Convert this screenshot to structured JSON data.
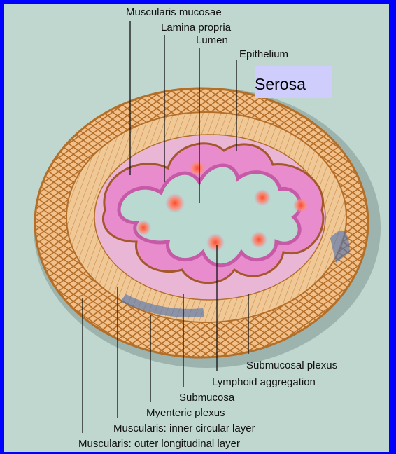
{
  "labels": {
    "muscularis_mucosae": "Muscularis mucosae",
    "lamina_propria": "Lamina propria",
    "lumen": "Lumen",
    "epithelium": "Epithelium",
    "serosa": "Serosa",
    "submucosal_plexus": "Submucosal plexus",
    "lymphoid_aggregation": "Lymphoid aggregation",
    "submucosa": "Submucosa",
    "myenteric_plexus": "Myenteric plexus",
    "inner_circular": "Muscularis: inner circular layer",
    "outer_longitudinal": "Muscularis: outer longitudinal layer"
  },
  "colors": {
    "frame": "#0000ff",
    "background": "#bfd7cf",
    "outer_layer": "#f2c08a",
    "outer_layer_stroke": "#b36e28",
    "inner_circular": "#eec28f",
    "submucosa": "#eab6d6",
    "mucosa": "#e88ccd",
    "lumen": "#b9d9d1",
    "lymphoid": "#ff6a55",
    "serosa_box": "#cfcdfb"
  }
}
